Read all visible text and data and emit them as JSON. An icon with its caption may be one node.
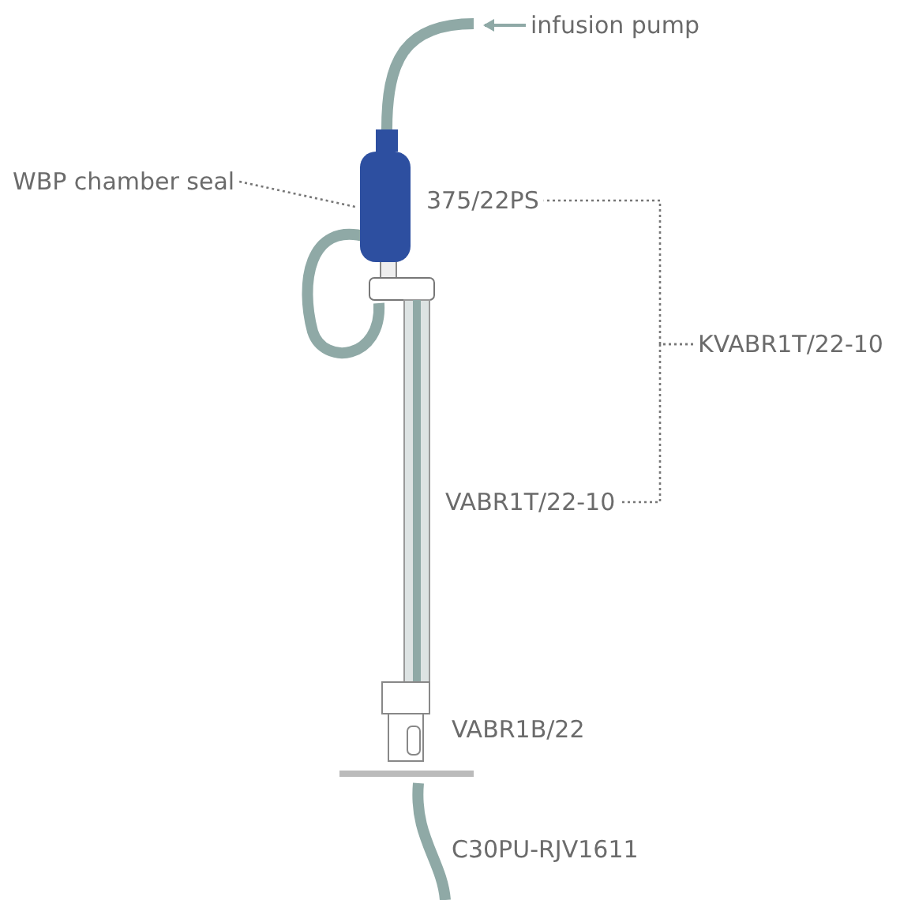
{
  "diagram": {
    "nodes": [
      {
        "text": [
          "infusion pump"
        ]
      },
      {
        "text": [
          "WBP chamber seal"
        ]
      },
      {
        "text": [],
        "shape": "cylinder"
      },
      {
        "text": [
          "375/22PS"
        ]
      },
      {
        "text": [
          "KVABR1T/22-10"
        ]
      },
      {
        "text": [
          "VABR1T/22-10"
        ]
      }
    ],
    "edges": [
      {
        "from": 0,
        "to": null,
        "arrow": "to"
      },
      {
        "from": 1,
        "to": 2,
        "arrow": "none",
        "style": "dashed"
      },
      {
        "from": 4,
        "to": 3,
        "arrow": "none",
        "style": "dashed"
      },
      {
        "from": 4,
        "to": 5,
        "arrow": "none",
        "style": "dashed"
      }
    ],
    "labels": [
      "VABR1B/22",
      "C30PU-RJV1611"
    ]
  }
}
